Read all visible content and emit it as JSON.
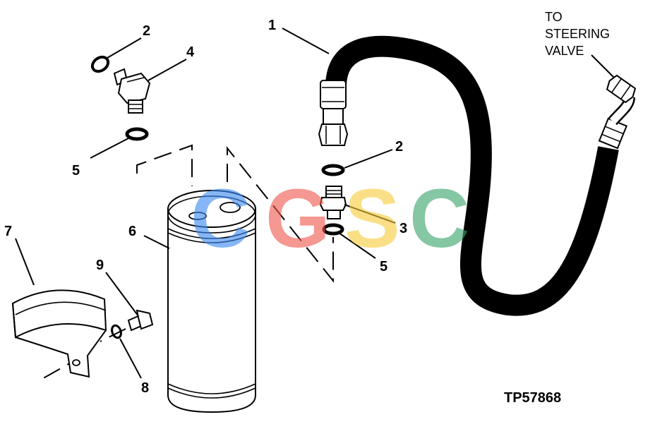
{
  "callouts": {
    "hose": "1",
    "oring_top_left": "2",
    "oring_right": "2",
    "adapter": "3",
    "elbow_fitting": "4",
    "washer_left": "5",
    "washer_right": "5",
    "receiver_drier": "6",
    "clamp": "7",
    "washer_small": "8",
    "cap_screw": "9"
  },
  "note_lines": [
    "TO",
    "STEERING",
    "VALVE"
  ],
  "figure_id": "TP57868",
  "watermark": {
    "letters": [
      "C",
      "G",
      "S",
      "C"
    ],
    "colors": [
      "#3d8bf2",
      "#ee5a4e",
      "#f7cd3e",
      "#3aa56a"
    ]
  }
}
